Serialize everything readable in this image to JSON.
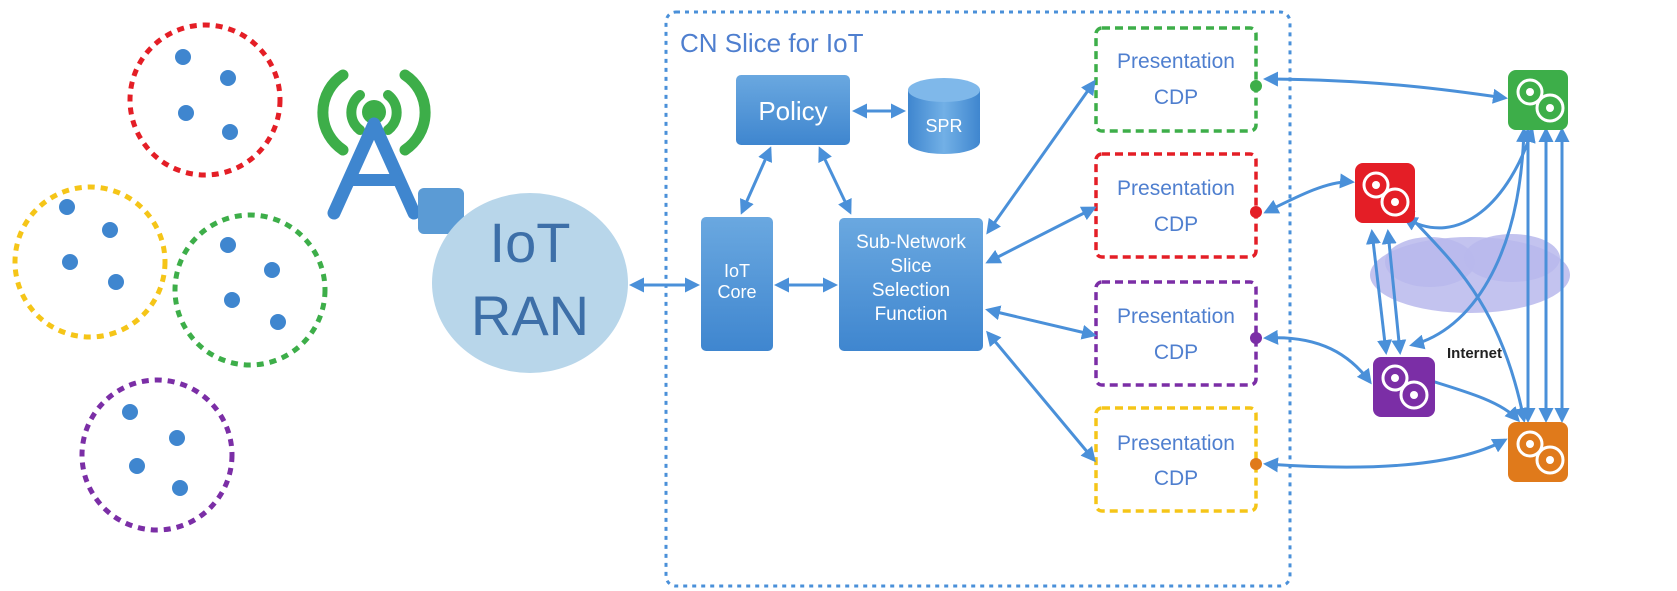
{
  "colors": {
    "blue": "#4a90d9",
    "box_blue": "#5b9bd5",
    "ran_fill": "#b8d6ea",
    "label_blue": "#4f7fcf",
    "red": "#e41e26",
    "green": "#3dae49",
    "yellow": "#f5c518",
    "purple": "#7b2ea6",
    "orange": "#e07a1b",
    "cloud": "#b8b9ec"
  },
  "icons": {
    "antenna": "radio-tower-icon",
    "server": "gears-icon"
  },
  "diagram": {
    "slice_title": "CN Slice for IoT",
    "ran_line1": "IoT",
    "ran_line2": "RAN",
    "policy": "Policy",
    "spr": "SPR",
    "core_line1": "IoT",
    "core_line2": "Core",
    "nssf_lines": [
      "Sub-Network",
      "Slice",
      "Selection",
      "Function"
    ],
    "cdp_boxes": [
      {
        "line1": "Presentation",
        "line2": "CDP",
        "color": "green"
      },
      {
        "line1": "Presentation",
        "line2": "CDP",
        "color": "red"
      },
      {
        "line1": "Presentation",
        "line2": "CDP",
        "color": "purple"
      },
      {
        "line1": "Presentation",
        "line2": "CDP",
        "color": "yellow"
      }
    ],
    "internet_label": "Internet"
  }
}
